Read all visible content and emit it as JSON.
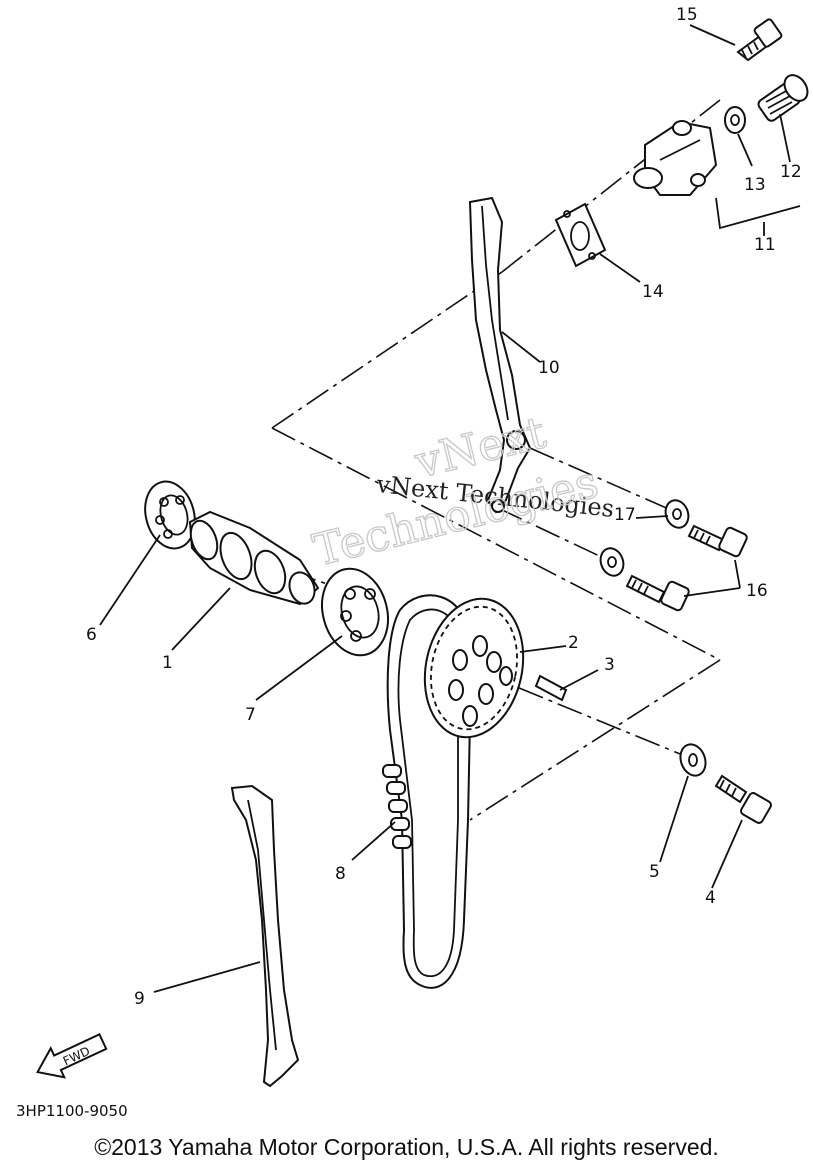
{
  "callouts": {
    "c1": "1",
    "c2": "2",
    "c3": "3",
    "c4": "4",
    "c5": "5",
    "c6": "6",
    "c7": "7",
    "c8": "8",
    "c9": "9",
    "c10": "10",
    "c11": "11",
    "c12": "12",
    "c13": "13",
    "c14": "14",
    "c15": "15",
    "c16": "16",
    "c17": "17"
  },
  "fwd_label": "FWD",
  "diagram_code": "3HP1100-9050",
  "watermark": {
    "line1": "vNext Technologies",
    "line2": "vNext",
    "line3": "Technologies"
  },
  "copyright": "©2013 Yamaha Motor Corporation, U.S.A. All rights reserved."
}
